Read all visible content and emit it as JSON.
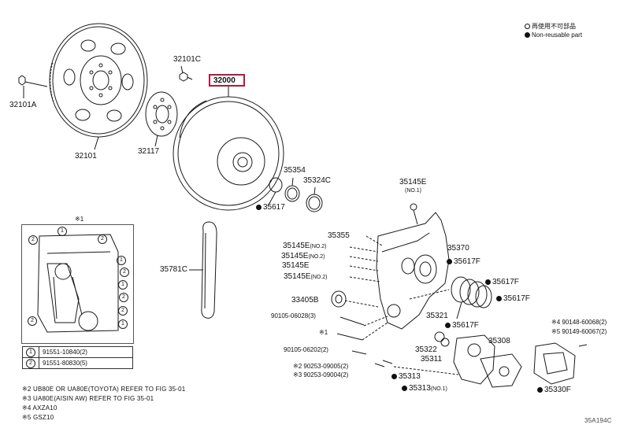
{
  "legend": {
    "items": [
      {
        "icon": "hollow-circle-icon",
        "text": "再使用不可部品"
      },
      {
        "icon": "filled-circle-icon",
        "text": "Non-reusable part"
      }
    ]
  },
  "highlighted_part": "32000",
  "parts": {
    "p32101": "32101",
    "p32101A": "32101A",
    "p32101C": "32101C",
    "p32117": "32117",
    "p35617": "35617",
    "p35354": "35354",
    "p35324C": "35324C",
    "p35145E_top": "35145E",
    "p35145E_top_note": "(NO.1)",
    "p35355": "35355",
    "p35370": "35370",
    "p35617F_a": "35617F",
    "p35617F_b": "35617F",
    "p35617F_c": "35617F",
    "p35617F_d": "35617F",
    "p35781C": "35781C",
    "p35145E_1": "35145E",
    "p35145E_1_note": "(NO.2)",
    "p35145E_2": "35145E",
    "p35145E_2_note": "(NO.2)",
    "p35145E_3": "35145E",
    "p35145E_4": "35145E",
    "p35145E_4_note": "(NO.2)",
    "p33405B": "33405B",
    "p90105_06028": "90105-06028(3)",
    "p35321": "35321",
    "p90105_06202": "90105-06202(2)",
    "p35322": "35322",
    "p35311": "35311",
    "p35308": "35308",
    "p90253_09005": "※2 90253-09005(2)",
    "p90253_09004": "※3 90253-09004(2)",
    "p35313": "35313",
    "p35313b": "35313",
    "p35313b_note": "(NO.1)",
    "p35330F": "35330F",
    "p90148": "※4 90148-60068(2)",
    "p90149": "※5 90149-60067(2)",
    "inset_marker": "※1",
    "inset_callouts": [
      "2",
      "1",
      "2",
      "1",
      "2",
      "1",
      "2",
      "2",
      "1",
      "2"
    ]
  },
  "ref_table": [
    {
      "num": "1",
      "part": "91551-10840(2)"
    },
    {
      "num": "2",
      "part": "91551-80830(5)"
    }
  ],
  "footnotes": [
    "※2 UB80E OR UA80E(TOYOTA) REFER TO FIG 35-01",
    "※3 UA80E(AISIN AW) REFER TO FIG 35-01",
    "※4 AXZA10",
    "※5 GSZ10"
  ],
  "figure_id": "35A194C",
  "colors": {
    "highlight": "#b3193b",
    "line": "#1a1a1a"
  }
}
